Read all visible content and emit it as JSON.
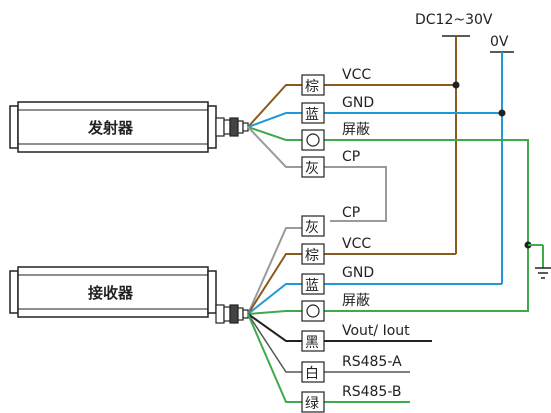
{
  "power": {
    "supply_label": "DC12~30V",
    "zero_label": "0V"
  },
  "colors": {
    "brown": "#8B5A1C",
    "blue": "#1E9BD6",
    "green": "#3DAA4C",
    "gray": "#9A9A9A",
    "black": "#222222",
    "white_wire": "#555555"
  },
  "emitter": {
    "name": "发射器",
    "wires": [
      {
        "tag": "棕",
        "label": "VCC",
        "color": "brown"
      },
      {
        "tag": "蓝",
        "label": "GND",
        "color": "blue"
      },
      {
        "tag": "",
        "label": "屏蔽",
        "color": "green",
        "icon": "circle-terminal-icon"
      },
      {
        "tag": "灰",
        "label": "CP",
        "color": "gray"
      }
    ]
  },
  "receiver": {
    "name": "接收器",
    "wires": [
      {
        "tag": "灰",
        "label": "CP",
        "color": "gray"
      },
      {
        "tag": "棕",
        "label": "VCC",
        "color": "brown"
      },
      {
        "tag": "蓝",
        "label": "GND",
        "color": "blue"
      },
      {
        "tag": "",
        "label": "屏蔽",
        "color": "green",
        "icon": "circle-terminal-icon"
      },
      {
        "tag": "黑",
        "label": "Vout/ Iout",
        "color": "black"
      },
      {
        "tag": "白",
        "label": "RS485-A",
        "color": "white_wire"
      },
      {
        "tag": "绿",
        "label": "RS485-B",
        "color": "green"
      }
    ]
  }
}
